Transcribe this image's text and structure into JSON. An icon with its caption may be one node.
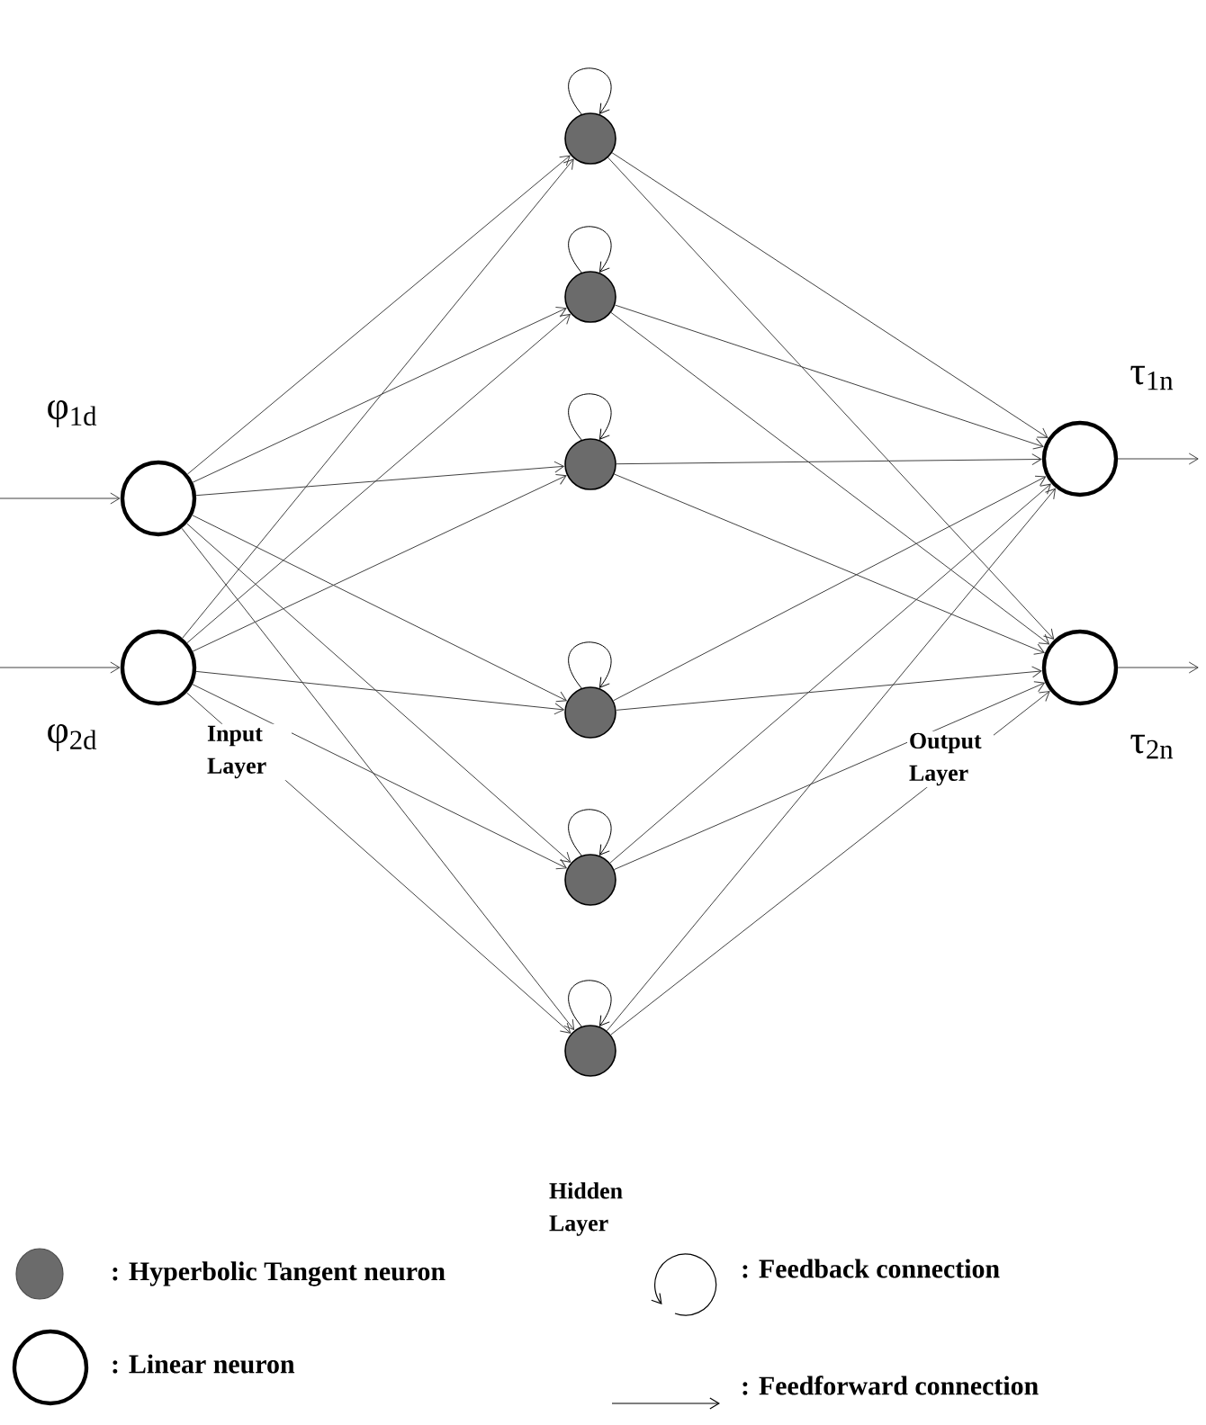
{
  "diagram": {
    "nodes": [
      {
        "text": [],
        "shape": "circle",
        "beside": [
          "φ$_{1d}$"
        ]
      },
      {
        "text": [],
        "shape": "circle",
        "beside": [
          "φ$_{2d}$"
        ]
      },
      {
        "text": [],
        "shape": "circle"
      },
      {
        "text": [],
        "shape": "circle"
      },
      {
        "text": [],
        "shape": "circle"
      },
      {
        "text": [],
        "shape": "circle"
      },
      {
        "text": [],
        "shape": "circle"
      },
      {
        "text": [],
        "shape": "circle"
      },
      {
        "text": [],
        "shape": "circle",
        "beside": [
          "τ$_{1n}$"
        ]
      },
      {
        "text": [],
        "shape": "circle",
        "beside": [
          "τ$_{2n}$"
        ]
      }
    ],
    "edges": [
      {
        "from": null,
        "to": 0,
        "arrow": "to"
      },
      {
        "from": null,
        "to": 1,
        "arrow": "to"
      },
      {
        "from": 0,
        "to": 2,
        "arrow": "to"
      },
      {
        "from": 0,
        "to": 3,
        "arrow": "to"
      },
      {
        "from": 0,
        "to": 4,
        "arrow": "to"
      },
      {
        "from": 0,
        "to": 5,
        "arrow": "to"
      },
      {
        "from": 0,
        "to": 6,
        "arrow": "to"
      },
      {
        "from": 0,
        "to": 7,
        "arrow": "to"
      },
      {
        "from": 1,
        "to": 2,
        "arrow": "to"
      },
      {
        "from": 1,
        "to": 3,
        "arrow": "to"
      },
      {
        "from": 1,
        "to": 4,
        "arrow": "to"
      },
      {
        "from": 1,
        "to": 5,
        "arrow": "to"
      },
      {
        "from": 1,
        "to": 6,
        "arrow": "to"
      },
      {
        "from": 1,
        "to": 7,
        "arrow": "to"
      },
      {
        "from": 2,
        "to": 2,
        "arrow": "to"
      },
      {
        "from": 3,
        "to": 3,
        "arrow": "to"
      },
      {
        "from": 4,
        "to": 4,
        "arrow": "to"
      },
      {
        "from": 5,
        "to": 5,
        "arrow": "to"
      },
      {
        "from": 6,
        "to": 6,
        "arrow": "to"
      },
      {
        "from": 7,
        "to": 7,
        "arrow": "to"
      },
      {
        "from": 2,
        "to": 8,
        "arrow": "to"
      },
      {
        "from": 3,
        "to": 8,
        "arrow": "to"
      },
      {
        "from": 4,
        "to": 8,
        "arrow": "to"
      },
      {
        "from": 5,
        "to": 8,
        "arrow": "to"
      },
      {
        "from": 6,
        "to": 8,
        "arrow": "to"
      },
      {
        "from": 7,
        "to": 8,
        "arrow": "to"
      },
      {
        "from": 2,
        "to": 9,
        "arrow": "to"
      },
      {
        "from": 3,
        "to": 9,
        "arrow": "to"
      },
      {
        "from": 4,
        "to": 9,
        "arrow": "to"
      },
      {
        "from": 5,
        "to": 9,
        "arrow": "to"
      },
      {
        "from": 6,
        "to": 9,
        "arrow": "to"
      },
      {
        "from": 7,
        "to": 9,
        "arrow": "to"
      },
      {
        "from": 8,
        "to": null,
        "arrow": "to"
      },
      {
        "from": 9,
        "to": null,
        "arrow": "to"
      }
    ],
    "labels": [
      "Input Layer",
      "Hidden Layer",
      "Output Layer"
    ],
    "legend": [
      {
        "text": ": Hyperbolic Tangent neuron"
      },
      {
        "text": ": Feedback connection"
      },
      {
        "text": ": Linear neuron"
      },
      {
        "text": ": Feedforward connection"
      }
    ]
  }
}
